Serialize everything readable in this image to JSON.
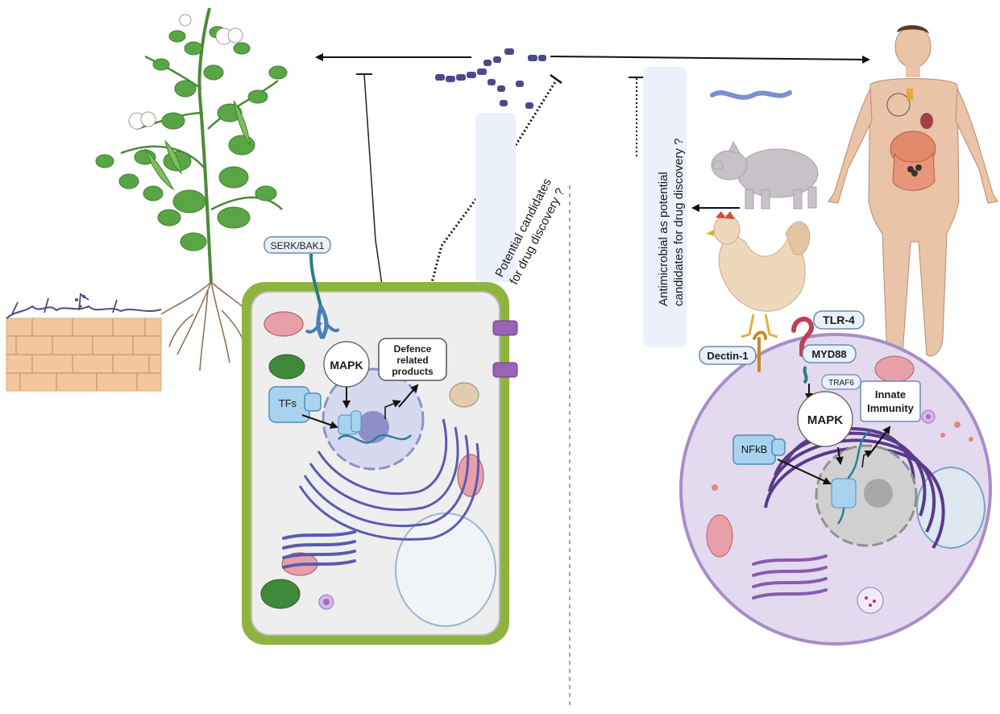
{
  "labels": {
    "serk_bak1": "SERK/BAK1",
    "mapk_plant": "MAPK",
    "tfs": "TFs",
    "defence_line1": "Defence",
    "defence_line2": "related",
    "defence_line3": "products",
    "plant_drug_line1": "Potential candidates",
    "plant_drug_line2": "for drug discovery ?",
    "animal_drug_line1": "Antimicrobial as potential",
    "animal_drug_line2": "candidates for drug discovery ?",
    "tlr4": "TLR-4",
    "dectin1": "Dectin-1",
    "myd88": "MYD88",
    "traf6": "TRAF6",
    "mapk_animal": "MAPK",
    "innate_line1": "Innate",
    "innate_line2": "Immunity",
    "nfkb": "NFkB"
  },
  "colors": {
    "plant_wall": "#8db43f",
    "plant_cytoplasm": "#eeeeee",
    "animal_cell": "#e4daef",
    "animal_membrane": "#a88cc8",
    "label_box": "#e8eef7",
    "label_border": "#6a8bb5",
    "callout_fill": "#eaf1fb",
    "golgi_purple": "#5a5ab0",
    "leaf_green": "#5aa646",
    "fungus_purple": "#4c4a8a"
  }
}
